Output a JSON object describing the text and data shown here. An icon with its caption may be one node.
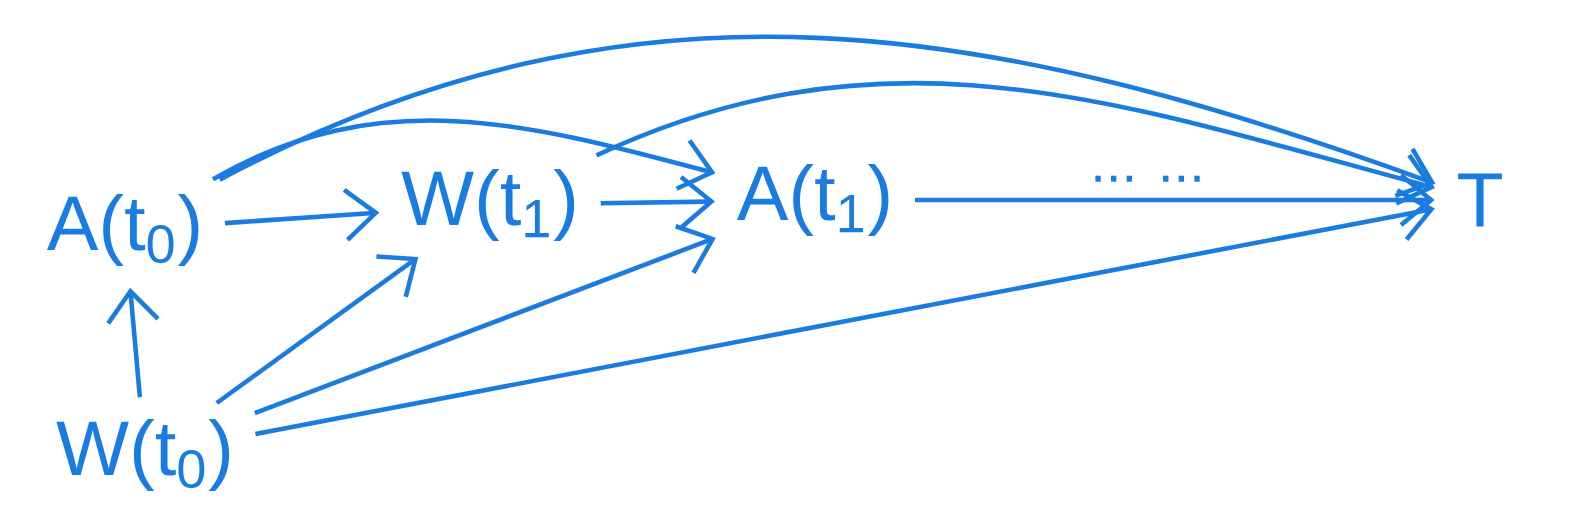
{
  "diagram": {
    "nodes": [
      {
        "text": [
          "A(t$_{0}$)"
        ]
      },
      {
        "text": [
          "W(t$_{1}$)"
        ]
      },
      {
        "text": [
          "A(t$_{1}$)"
        ]
      },
      {
        "text": [
          "T"
        ]
      },
      {
        "text": [
          "W(t$_{0}$)"
        ]
      }
    ],
    "edges": [
      {
        "from": 0,
        "to": 1,
        "arrow": "to"
      },
      {
        "from": 1,
        "to": 2,
        "arrow": "to"
      },
      {
        "from": 2,
        "to": 3,
        "arrow": "to",
        "label": "... ..."
      },
      {
        "from": 4,
        "to": 0,
        "arrow": "to"
      },
      {
        "from": 4,
        "to": 1,
        "arrow": "to"
      },
      {
        "from": 4,
        "to": 2,
        "arrow": "to"
      },
      {
        "from": 4,
        "to": 3,
        "arrow": "to"
      },
      {
        "from": 0,
        "to": 2,
        "arrow": "to"
      },
      {
        "from": 0,
        "to": 3,
        "arrow": "to"
      },
      {
        "from": 1,
        "to": 3,
        "arrow": "to"
      }
    ]
  }
}
